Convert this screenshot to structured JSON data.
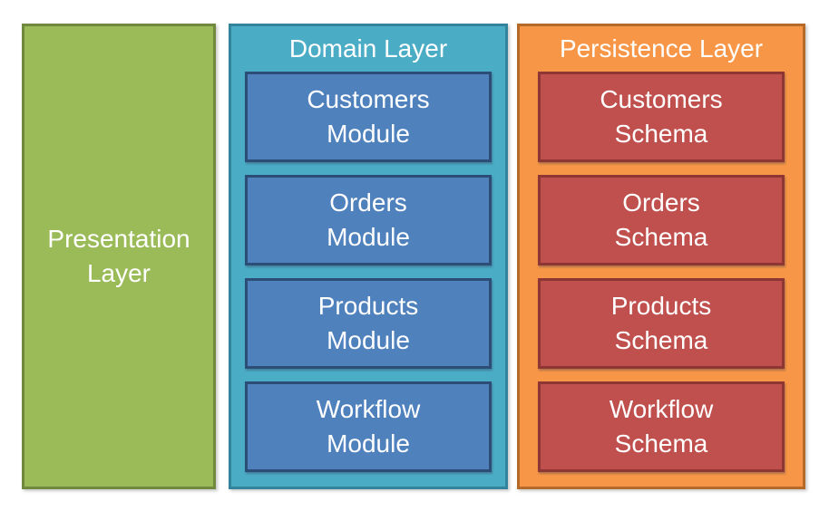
{
  "canvas_background": "#FFFFFF",
  "text_color": "#FFFFFF",
  "columns": [
    {
      "id": "presentation",
      "title": "Presentation Layer",
      "title_text": "Presentation\nLayer",
      "fill": "#9BBB59",
      "border": "#71893F",
      "items": []
    },
    {
      "id": "domain",
      "title": "Domain Layer",
      "fill": "#4BACC6",
      "border": "#31849B",
      "item_fill": "#4F81BD",
      "item_border": "#2C4D75",
      "items": [
        {
          "text": "Customers\nModule"
        },
        {
          "text": "Orders\nModule"
        },
        {
          "text": "Products\nModule"
        },
        {
          "text": "Workflow\nModule"
        }
      ]
    },
    {
      "id": "persistence",
      "title": "Persistence Layer",
      "fill": "#F79646",
      "border": "#B66A29",
      "item_fill": "#C0504D",
      "item_border": "#8E3634",
      "items": [
        {
          "text": "Customers\nSchema"
        },
        {
          "text": "Orders\nSchema"
        },
        {
          "text": "Products\nSchema"
        },
        {
          "text": "Workflow\nSchema"
        }
      ]
    }
  ]
}
